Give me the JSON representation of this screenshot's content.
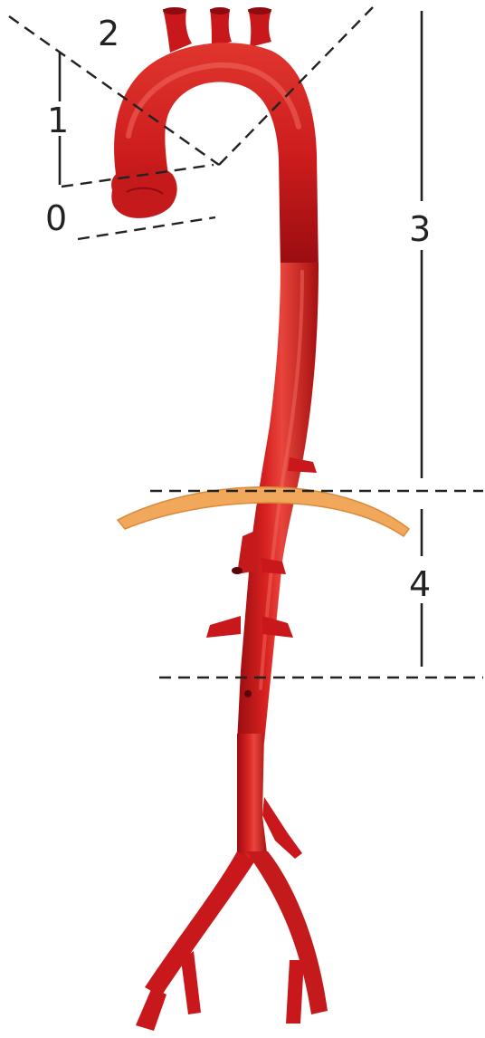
{
  "labels": {
    "segment_0": "0",
    "segment_1": "1",
    "segment_2": "2",
    "segment_3": "3",
    "segment_4": "4"
  },
  "colors": {
    "artery": "#c8181c",
    "artery_dark": "#8e0c10",
    "artery_highlight": "#ea5a52",
    "diaphragm": "#f2a85a",
    "diaphragm_edge": "#d98a3c",
    "lines": "#222222",
    "background": "#ffffff"
  }
}
